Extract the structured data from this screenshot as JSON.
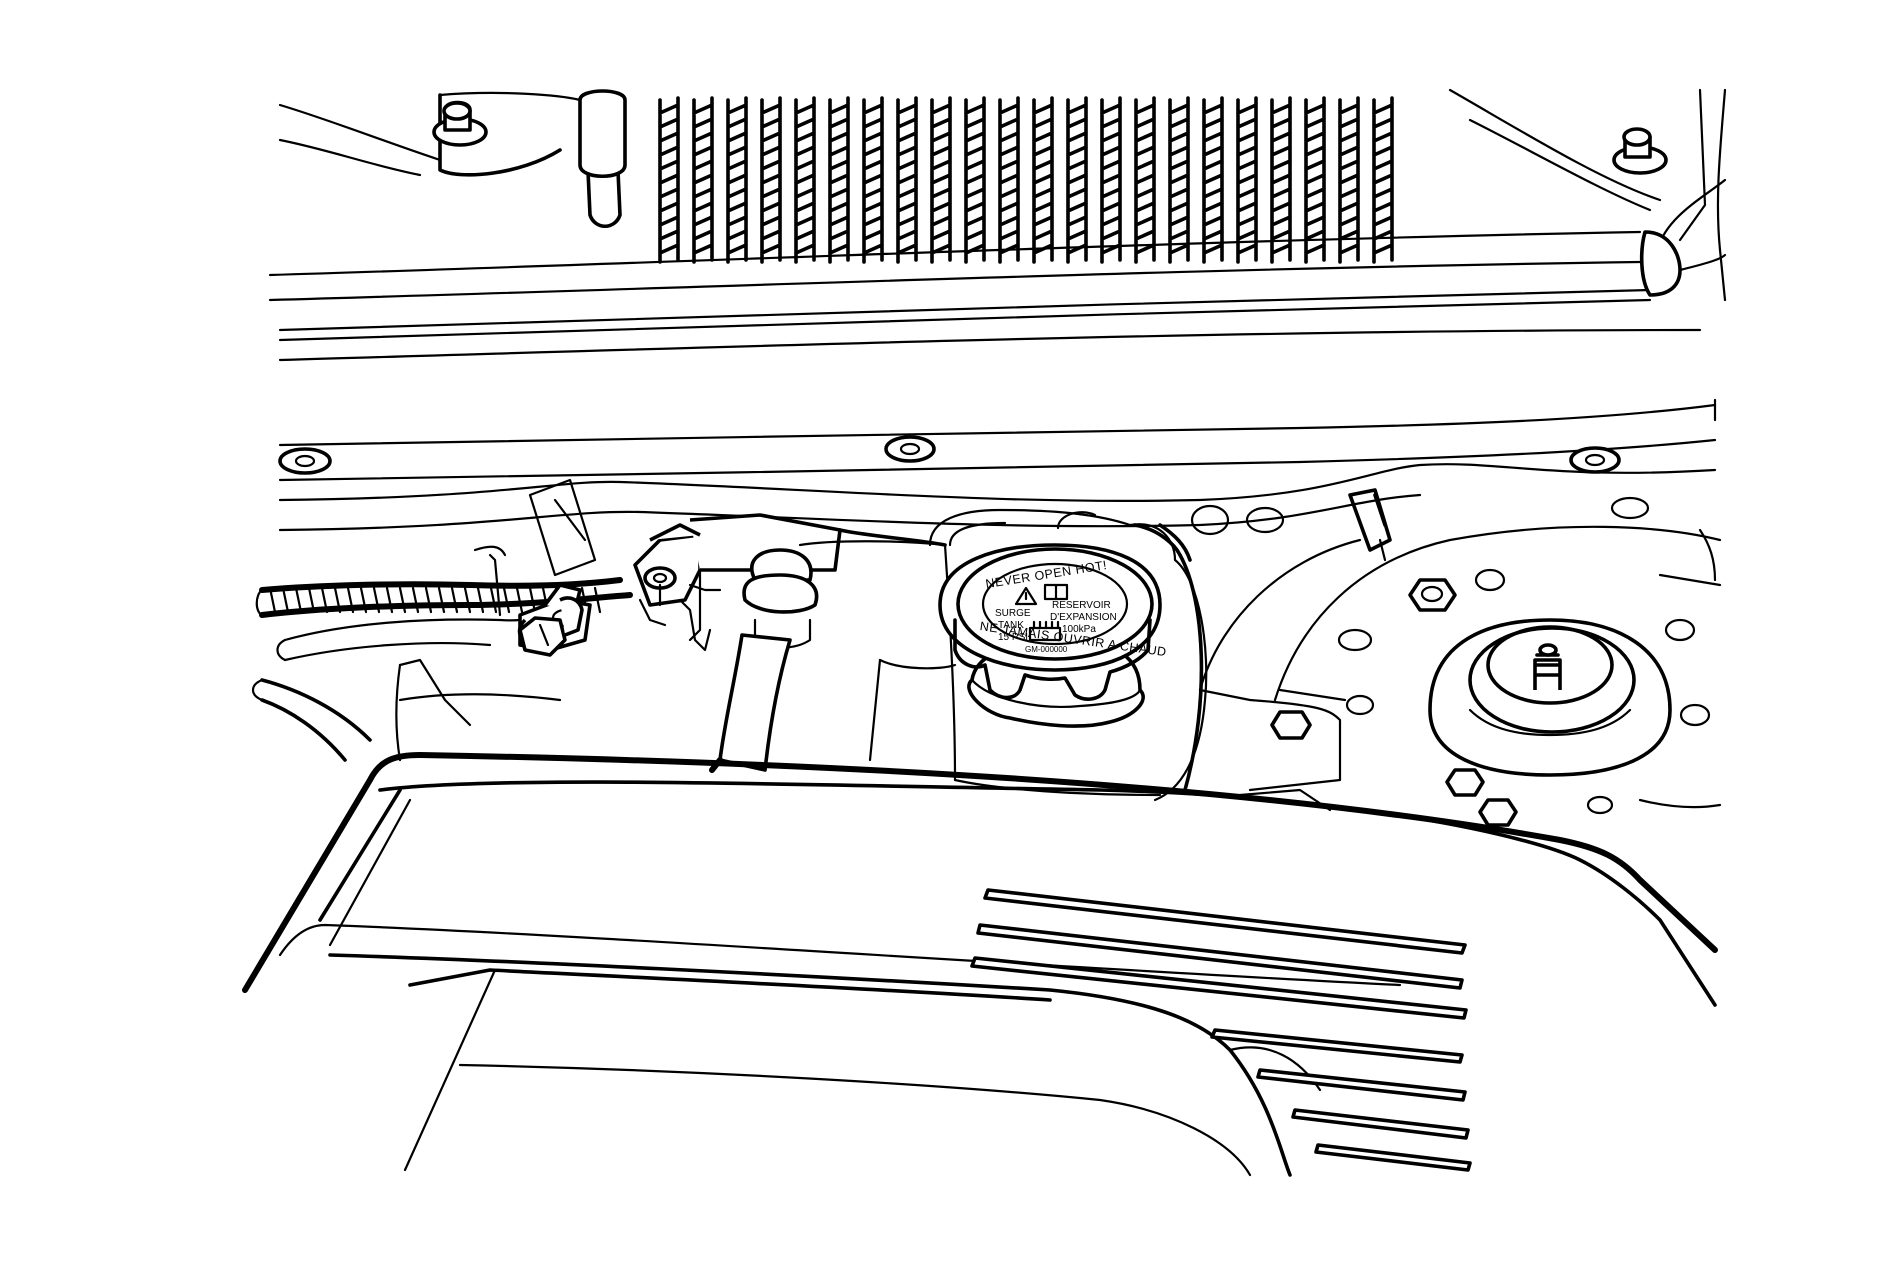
{
  "surge_tank_cap": {
    "ring_top": "NEVER OPEN HOT!",
    "ring_bottom": "NE JAMAIS OUVRIR A CHAUD",
    "english_line1": "SURGE",
    "english_line2": "TANK",
    "english_line3": "15 PSI",
    "french_line1": "RESERVOIR",
    "french_line2": "D'EXPANSION",
    "french_line3": "100kPa",
    "part_number": "GM-000000"
  }
}
